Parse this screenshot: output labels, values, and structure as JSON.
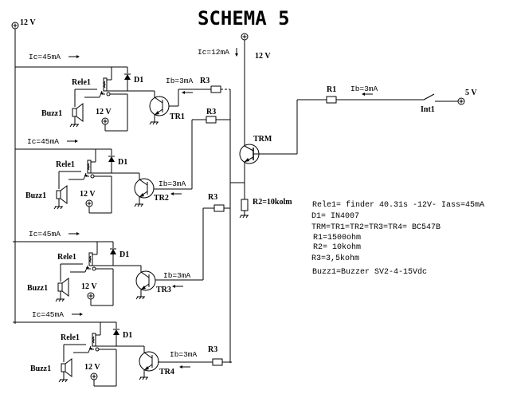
{
  "title": "SCHEMA 5",
  "supply": {
    "main_left": "12 V",
    "main_trm": "12 V",
    "control": "5 V",
    "trm_current": "Ic=12mA"
  },
  "input": {
    "resistor": "R1",
    "current": "Ib=3mA",
    "switch": "Int1"
  },
  "driver": {
    "transistor": "TRM",
    "r2_label": "R2=10kolm"
  },
  "stages": [
    {
      "ic": "Ic=45mA",
      "relay": "Rele1",
      "diode": "D1",
      "buzzer": "Buzz1",
      "local_v": "12 V",
      "ib": "Ib=3mA",
      "r3": "R3",
      "transistor": "TR1"
    },
    {
      "ic": "Ic=45mA",
      "relay": "Rele1",
      "diode": "D1",
      "buzzer": "Buzz1",
      "local_v": "12 V",
      "ib": "Ib=3mA",
      "r3": "R3",
      "transistor": "TR2"
    },
    {
      "ic": "Ic=45mA",
      "relay": "Rele1",
      "diode": "D1",
      "buzzer": "Buzz1",
      "local_v": "12 V",
      "ib": "Ib=3mA",
      "r3": "R3",
      "transistor": "TR3"
    },
    {
      "ic": "Ic=45mA",
      "relay": "Rele1",
      "diode": "D1",
      "buzzer": "Buzz1",
      "local_v": "12 V",
      "ib": "Ib=3mA",
      "r3": "R3",
      "transistor": "TR4"
    }
  ],
  "notes": [
    "Rele1= finder 40.31s -12V- Iass=45mA",
    "D1= IN4007",
    "TRM=TR1=TR2=TR3=TR4= BC547B",
    "R1=1500ohm",
    "R2= 10kohm",
    "R3=3,5kohm",
    "Buzz1=Buzzer SV2-4-15Vdc"
  ]
}
